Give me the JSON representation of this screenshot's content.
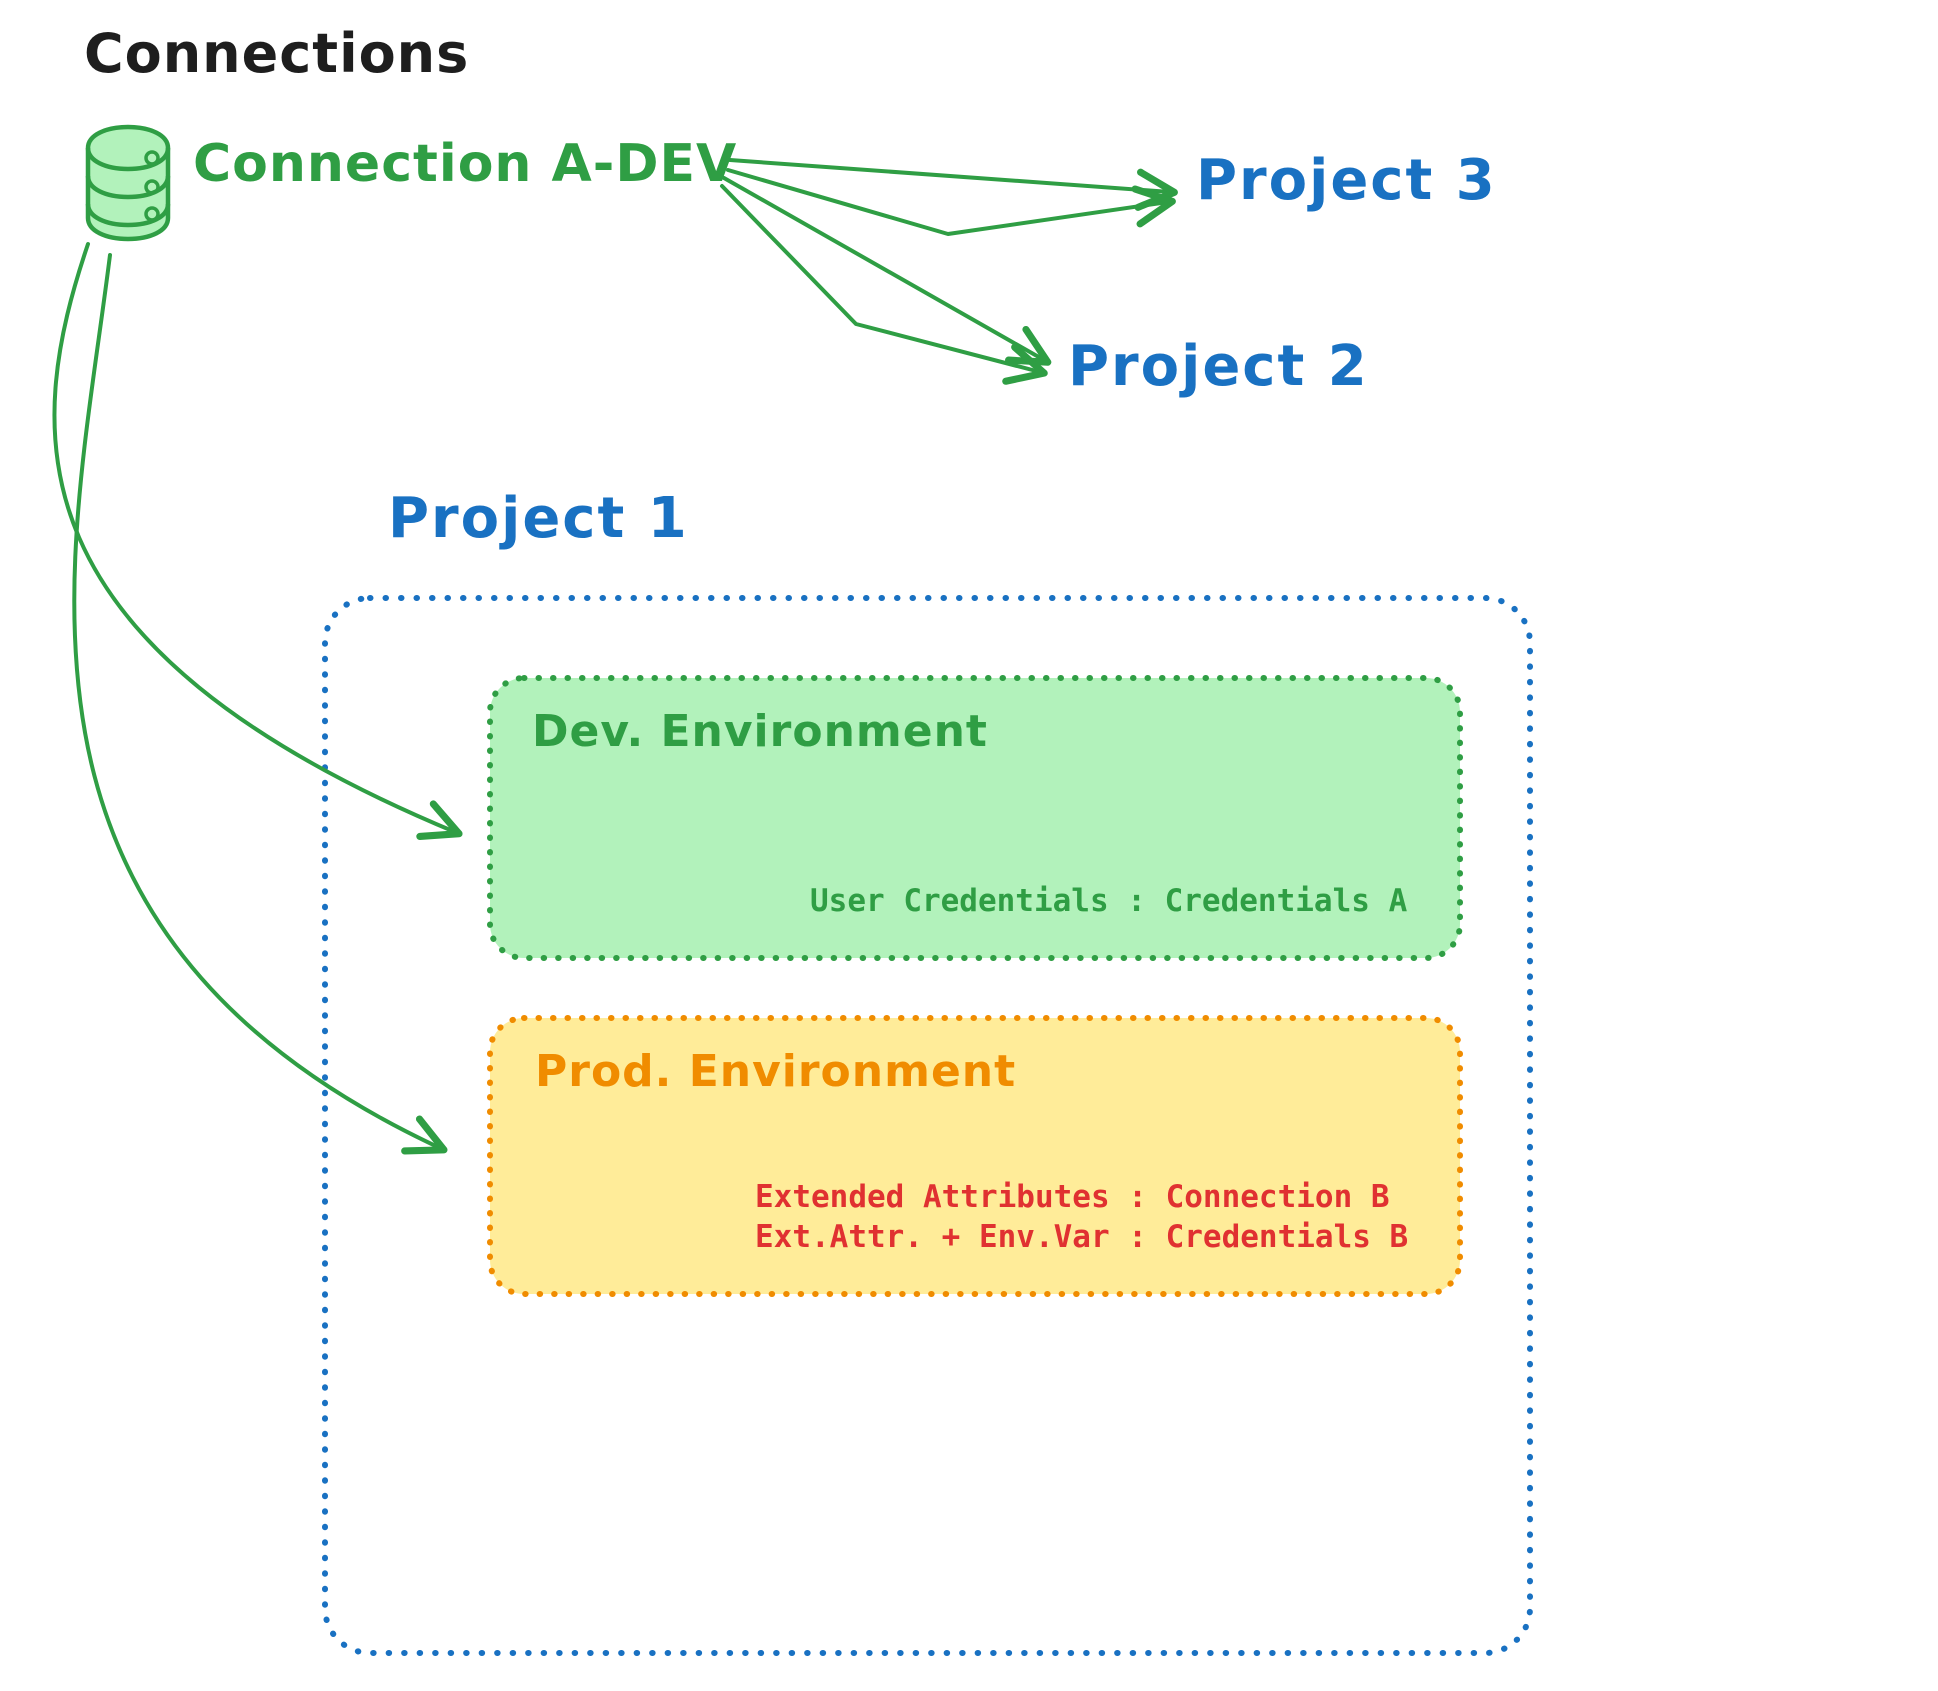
{
  "title": "Connections",
  "connection_a_dev": {
    "label": "Connection A-DEV"
  },
  "project_3": {
    "label": "Project 3"
  },
  "project_2": {
    "label": "Project 2"
  },
  "project_1": {
    "label": "Project 1"
  },
  "dev_environment": {
    "title": "Dev. Environment",
    "credentials_line": "User Credentials : Credentials A"
  },
  "prod_environment": {
    "title": "Prod. Environment",
    "attr_line1": "Extended Attributes : Connection B",
    "attr_line2": "Ext.Attr. + Env.Var : Credentials B"
  },
  "icons": {
    "database": "database-icon"
  },
  "colors": {
    "green": "#2f9e44",
    "green_fill": "#b2f2bb",
    "blue": "#1971c2",
    "orange": "#f08c00",
    "yellow_fill": "#ffec99",
    "red": "#e03131",
    "black": "#1e1e1e"
  }
}
